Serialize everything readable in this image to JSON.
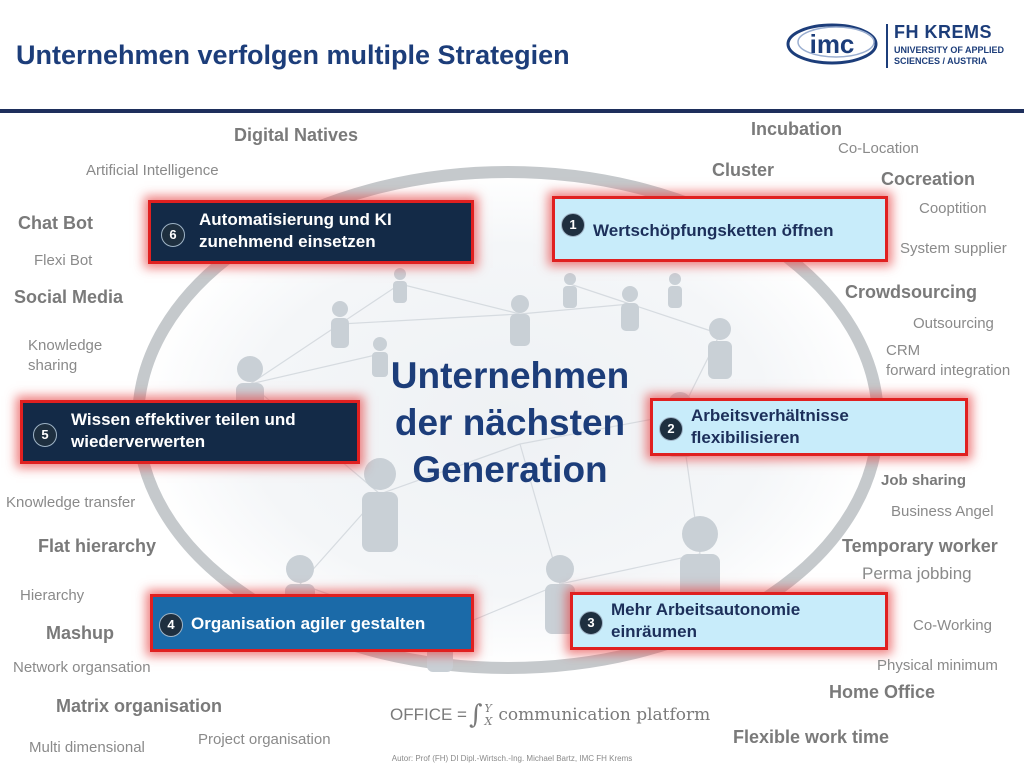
{
  "header": {
    "title": "Unternehmen verfolgen multiple Strategien",
    "logo_text": "imc",
    "logo_name": "FH KREMS",
    "logo_sub1": "UNIVERSITY OF APPLIED",
    "logo_sub2": "SCIENCES / AUSTRIA"
  },
  "center": {
    "line1": "Unternehmen",
    "line2": "der nächsten",
    "line3": "Generation"
  },
  "strategies": [
    {
      "num": "1",
      "line1": "Wertschöpfungsketten öffnen",
      "line2": ""
    },
    {
      "num": "2",
      "line1": "Arbeitsverhältnisse",
      "line2": "flexibilisieren"
    },
    {
      "num": "3",
      "line1": "Mehr Arbeitsautonomie",
      "line2": "einräumen"
    },
    {
      "num": "4",
      "line1": "Organisation agiler gestalten",
      "line2": ""
    },
    {
      "num": "5",
      "line1": "Wissen effektiver teilen und",
      "line2": "wiederverwerten"
    },
    {
      "num": "6",
      "line1": "Automatisierung und KI",
      "line2": "zunehmend einsetzen"
    }
  ],
  "terms": {
    "digital_natives": "Digital Natives",
    "artificial_intelligence": "Artificial Intelligence",
    "chat_bot": "Chat Bot",
    "flexi_bot": "Flexi Bot",
    "social_media": "Social Media",
    "knowledge_sharing_1": "Knowledge",
    "knowledge_sharing_2": "sharing",
    "knowledge_transfer": "Knowledge transfer",
    "flat_hierarchy": "Flat hierarchy",
    "hierarchy": "Hierarchy",
    "mashup": "Mashup",
    "network_organsation": "Network organsation",
    "matrix_organisation": "Matrix organisation",
    "multi_dimensional": "Multi dimensional",
    "project_organisation": "Project organisation",
    "incubation": "Incubation",
    "co_location": "Co-Location",
    "cluster": "Cluster",
    "cocreation": "Cocreation",
    "cooptition": "Cooptition",
    "system_supplier": "System supplier",
    "crowdsourcing": "Crowdsourcing",
    "outsourcing": "Outsourcing",
    "crm": "CRM",
    "forward_integration": "forward integration",
    "job_sharing": "Job sharing",
    "business_angel": "Business Angel",
    "temporary_worker": "Temporary worker",
    "perma_jobbing": "Perma jobbing",
    "co_working": "Co-Working",
    "physical_minimum": "Physical minimum",
    "home_office": "Home Office",
    "flexible_work_time": "Flexible work time"
  },
  "formula": {
    "prefix": "OFFICE =",
    "integral": "∫",
    "upper": "Y",
    "lower": "X",
    "rest": "communication platform"
  },
  "footer": "Autor: Prof (FH) DI Dipl.-Wirtsch.-Ing. Michael Bartz, IMC FH Krems",
  "colors": {
    "title": "#1c3d7a",
    "box_border": "#e02020",
    "dark_box": "#132a47",
    "blue_box": "#1b6aa8",
    "light_box": "#c8ecfa"
  }
}
